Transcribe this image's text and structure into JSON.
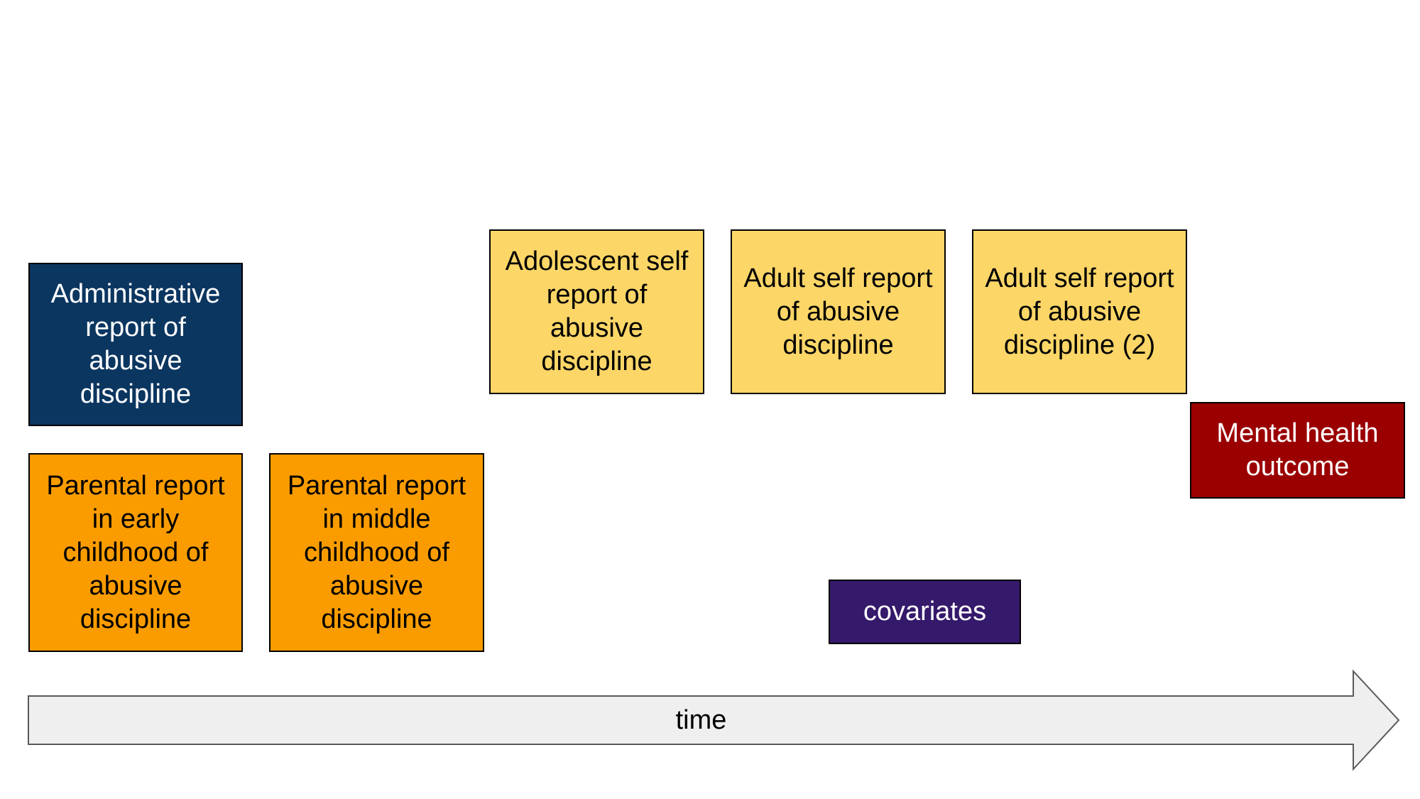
{
  "diagram": {
    "boxes": [
      {
        "id": "admin",
        "label": "Administrative report of abusive discipline",
        "color": "#0b3660"
      },
      {
        "id": "parent_early",
        "label": "Parental report in early childhood of abusive discipline",
        "color": "#fa9c00"
      },
      {
        "id": "parent_middle",
        "label": "Parental report in middle childhood of abusive discipline",
        "color": "#fa9c00"
      },
      {
        "id": "adolescent",
        "label": "Adolescent self report of abusive discipline",
        "color": "#fcd667"
      },
      {
        "id": "adult1",
        "label": "Adult self report of abusive discipline",
        "color": "#fcd667"
      },
      {
        "id": "adult2",
        "label": "Adult self report of abusive discipline (2)",
        "color": "#fcd667"
      },
      {
        "id": "mental",
        "label": "Mental health outcome",
        "color": "#9b0000"
      },
      {
        "id": "covariates",
        "label": "covariates",
        "color": "#35196b"
      }
    ],
    "arrow": {
      "label": "time",
      "color": "#efefef",
      "stroke": "#595959"
    }
  }
}
